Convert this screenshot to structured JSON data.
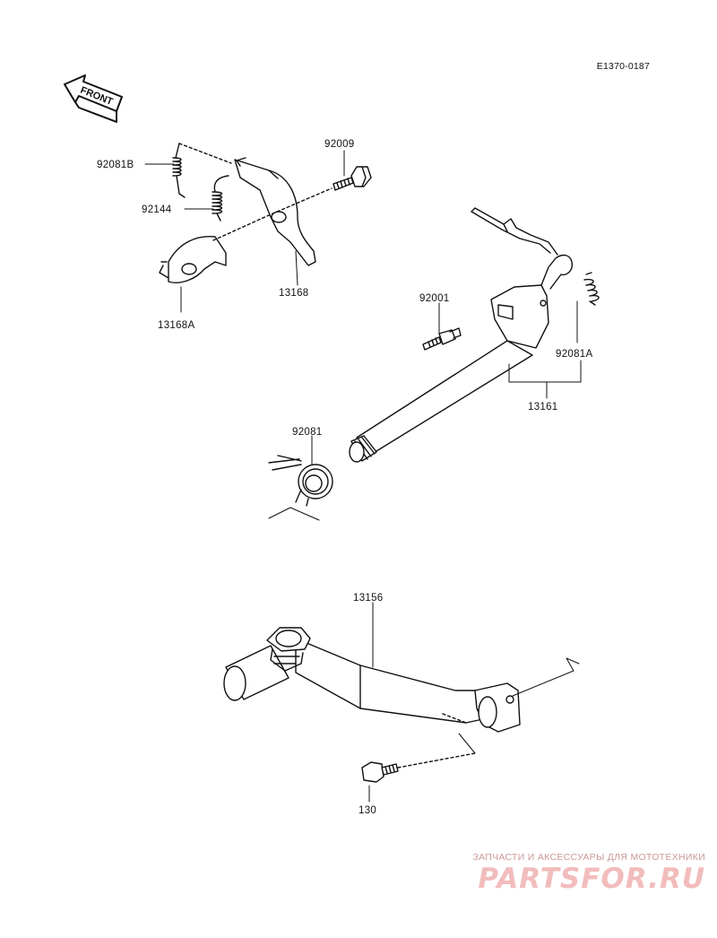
{
  "diagram": {
    "code": "E1370-0187",
    "direction_label": "FRONT",
    "parts": {
      "p92081b": "92081B",
      "p92144": "92144",
      "p92009": "92009",
      "p13168": "13168",
      "p13168a": "13168A",
      "p92001": "92001",
      "p92081a": "92081A",
      "p13161": "13161",
      "p92081": "92081",
      "p13156": "13156",
      "p130": "130"
    }
  },
  "watermark": {
    "tagline": "ЗАПЧАСТИ И АКСЕССУАРЫ ДЛЯ МОТОТЕХНИКИ",
    "logo": "PARTSFOR.RU"
  },
  "colors": {
    "line": "#111111",
    "watermark_text": "#cc9999",
    "watermark_logo": "#f2bcbc"
  }
}
